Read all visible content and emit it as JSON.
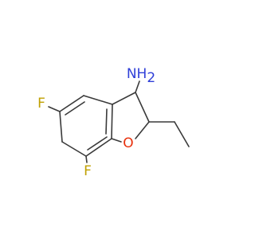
{
  "molecule": {
    "atoms": {
      "amine": {
        "label": "NH",
        "sub": "2",
        "color": "#2f3fd8"
      },
      "ring_oxygen": {
        "label": "O",
        "color": "#e8300c"
      },
      "fluorine_5": {
        "label": "F",
        "color": "#c0a000"
      },
      "fluorine_7": {
        "label": "F",
        "color": "#c0a000"
      }
    },
    "bond_color": "#3a3a3a"
  }
}
